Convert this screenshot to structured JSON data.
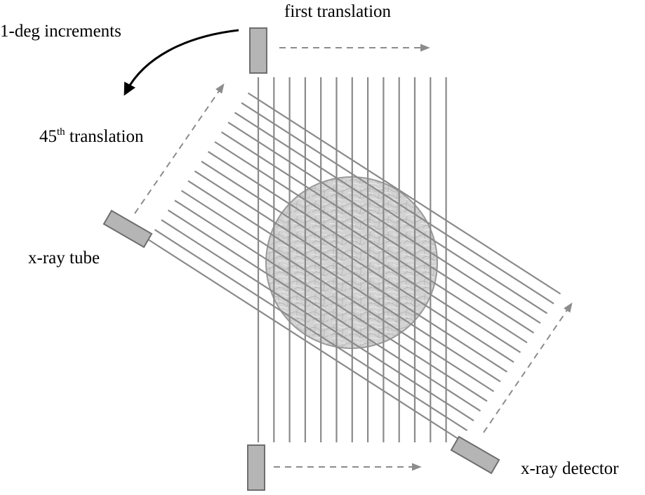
{
  "labels": {
    "first_translation": "first translation",
    "increments": "1-deg increments",
    "translation_45_num": "45",
    "translation_45_sup": "th",
    "translation_45_rest": " translation",
    "xray_tube": "x-ray tube",
    "xray_detector": "x-ray detector"
  },
  "colors": {
    "beam": "#8a8a8a",
    "device_fill": "#b5b5b5",
    "device_stroke": "#6e6e6e",
    "dashed_arrow": "#8c8c8c",
    "curved_arrow": "#000000",
    "object_fill": "#cfcfcf",
    "object_stroke": "#9a9a9a"
  },
  "icons": {
    "object": "circular-phantom",
    "rotation": "curved-arrow"
  }
}
